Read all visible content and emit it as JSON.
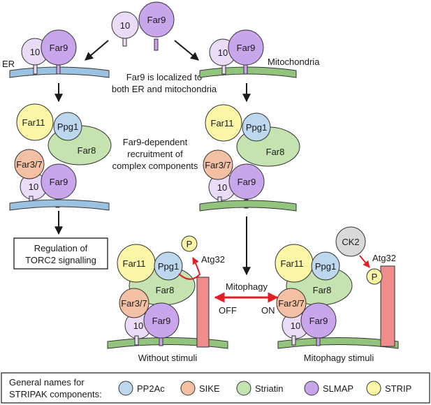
{
  "proteins": {
    "far9": "Far9",
    "ten": "10",
    "far11": "Far11",
    "ppg1": "Ppg1",
    "far8": "Far8",
    "far37": "Far3/7",
    "ck2": "CK2",
    "p": "P",
    "atg32": "Atg32"
  },
  "locations": {
    "er": "ER",
    "mito": "Mitochondria"
  },
  "captions": {
    "localized_line1": "Far9 is localized to",
    "localized_line2": "both ER and mitochondria",
    "recruit_line1": "Far9-dependent",
    "recruit_line2": "recruitment of",
    "recruit_line3": "complex components",
    "torc_line1": "Regulation of",
    "torc_line2": "TORC2 signalling",
    "mitophagy": "Mitophagy",
    "off": "OFF",
    "on": "ON",
    "without_stimuli": "Without stimuli",
    "mitophagy_stimuli": "Mitophagy stimuli"
  },
  "legend": {
    "title_line1": "General names for",
    "title_line2": "STRIPAK components:",
    "items": [
      {
        "label": "PP2Ac",
        "color": "#bcd7ee"
      },
      {
        "label": "SIKE",
        "color": "#f3c0a3"
      },
      {
        "label": "Striatin",
        "color": "#c5e3b0"
      },
      {
        "label": "SLMAP",
        "color": "#c9a6ec"
      },
      {
        "label": "STRIP",
        "color": "#fbf7a6"
      }
    ]
  },
  "colors": {
    "far9": "#c9a6ec",
    "ten": "#eadcf6",
    "far11": "#fbf7a6",
    "ppg1": "#bcd7ee",
    "far8": "#c5e3b0",
    "far37": "#f3c0a3",
    "ck2": "#d9d9d9",
    "phospho": "#fbf7a6",
    "atg32": "#f08c8c",
    "er_membrane": "#9cc2e2",
    "mito_membrane": "#93c47d",
    "red_arrow": "#e31e24"
  }
}
